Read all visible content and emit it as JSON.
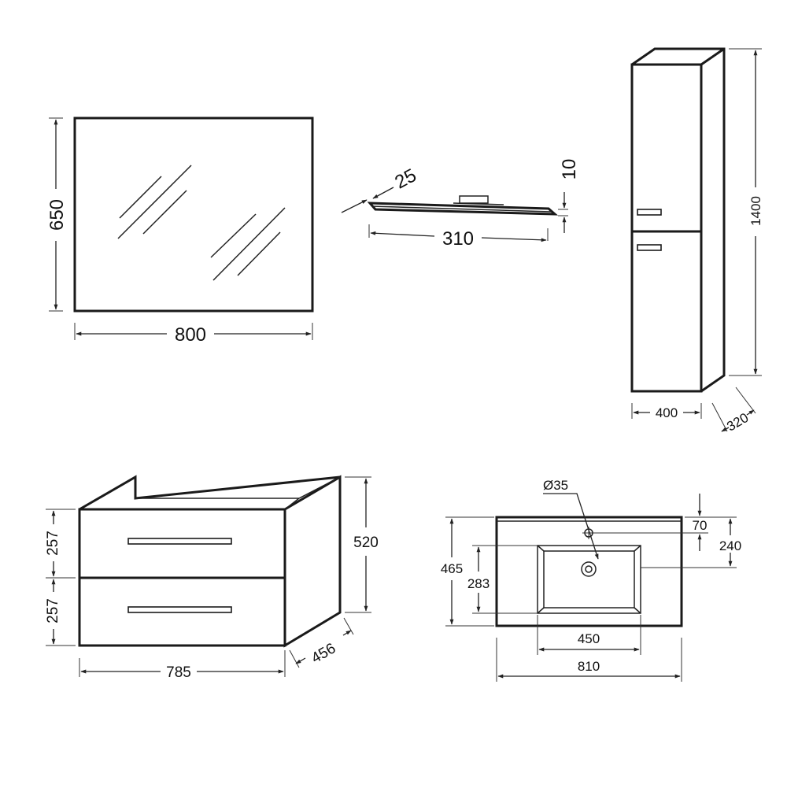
{
  "mirror": {
    "width": "800",
    "height": "650"
  },
  "light": {
    "length": "310",
    "depth": "25",
    "thickness": "10"
  },
  "column": {
    "height": "1400",
    "width": "400",
    "depth": "320"
  },
  "cabinet": {
    "drawer_top": "257",
    "drawer_bottom": "257",
    "height": "520",
    "width": "785",
    "depth": "456"
  },
  "basin": {
    "hole_diameter": "Ø35",
    "hole_offset": "70",
    "bowl_offset": "240",
    "overall_depth": "465",
    "bowl_depth": "283",
    "bowl_width": "450",
    "overall_width": "810"
  }
}
